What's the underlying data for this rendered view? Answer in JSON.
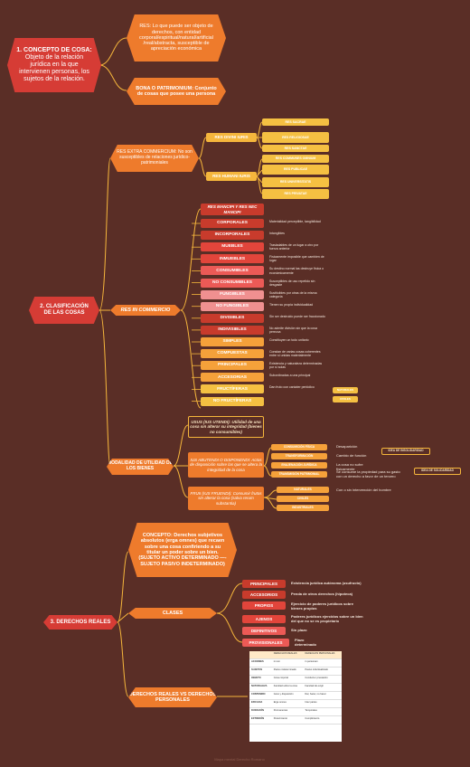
{
  "concepto": {
    "title": "1. CONCEPTO DE COSA:",
    "body": "Objeto de la relación jurídica en la que intervienen personas, los sujetos de la relación.",
    "res": "RES: Lo que puede ser objeto de derechos, con entidad corporal/espiritual/natural/artificial /real/abstracta, susceptible de apreciación económica",
    "bona": "BONA O PATRIMONIUM: Conjunto de cosas que posee una persona"
  },
  "clasificacion": {
    "title": "2. CLASIFICACIÓN DE LAS COSAS",
    "extra": "RES EXTRA COMMERCIUM: No son susceptibles de relaciones jurídico-patrimoniales",
    "divini": "RES DIVINI IURIS",
    "humani": "RES HUMANI IURIS",
    "divini_items": [
      "RES SACRAE",
      "RES RELIGIOSAE",
      "RES SANCTAE"
    ],
    "humani_items": [
      "RES COMMUNES OMNIUM",
      "RES PUBLICAE",
      "RES UNIVERSITATIS",
      "RES PRIVATAE"
    ],
    "in_commercio": "RES IN COMMERCIO",
    "mancipi": "RES MANCIPI Y RES NEC MANCIPI",
    "items": [
      {
        "label": "CORPORALES",
        "desc": "Materialidad perceptible, tangibilidad"
      },
      {
        "label": "INCORPORALES",
        "desc": "Intangibles"
      },
      {
        "label": "MUEBLES",
        "desc": "Trasladables de un lugar a otro por fuerza anterior"
      },
      {
        "label": "INMUEBLES",
        "desc": "Físicamente imposible que cambien de lugar"
      },
      {
        "label": "CONSUMIBLES",
        "desc": "Su destino normal las destruye física o económicamente"
      },
      {
        "label": "NO CONSUMIBLES",
        "desc": "Susceptibles de uso repetido sin desgaste"
      },
      {
        "label": "FUNGIBLES",
        "desc": "Sustituibles por otras de la misma categoría"
      },
      {
        "label": "NO FUNGIBLES",
        "desc": "Tienen su propia individualidad"
      },
      {
        "label": "DIVISIBLES",
        "desc": "Sin ser destruido puede ser fraccionado"
      },
      {
        "label": "INDIVISIBLES",
        "desc": "No admite división sin que la cosa perezca"
      },
      {
        "label": "SIMPLES",
        "desc": "Constituyen un todo unitario"
      },
      {
        "label": "COMPUESTAS",
        "desc": "Constan de varias cosas coherentes entre sí unidas materialmente"
      },
      {
        "label": "PRINCIPALES",
        "desc": "Existencia y naturaleza determinadas por sí solas"
      },
      {
        "label": "ACCESORIAS",
        "desc": "Subordinadas a una principal"
      },
      {
        "label": "FRUCTÍFERAS",
        "desc": "Dan fruto con carácter periódico"
      },
      {
        "label": "NO FRUCTÍFERAS",
        "desc": ""
      }
    ],
    "fructiferas_sub": [
      "NATURALES",
      "CIVILES"
    ]
  },
  "modalidad": {
    "title": "MODALIDAD DE UTILIDAD DE LOS BIENES",
    "usus": "USUS (IUS UTENDI): Utilidad de una cosa sin alterar su integridad (bienes no consumibles)",
    "abutendi": "IUS ABUTENDI O DISPONENDI: Actos de disposición sobre las que se altera la integridad de la cosa",
    "fruii": "FRUII (IUS FRUENDI): Consumir frutos sin alterar la cosa (salva rerum substantia)",
    "abutendi_items": [
      {
        "label": "CONSUMICIÓN FÍSICA",
        "desc": "Desaparición"
      },
      {
        "label": "TRANSFORMACIÓN",
        "desc": "Cambio de función"
      },
      {
        "label": "ENAJENACIÓN JURÍDICA",
        "desc": "La cosa no sufre físicamente"
      },
      {
        "label": "TRANSMISIÓN PATRIMONIAL",
        "desc": "Se consume la propiedad para su gasto con un derecho a favor de un tercero"
      }
    ],
    "idea_insolidaridad": "IDEA DE INSOLIDARIDAD",
    "idea_solidaridad": "IDEA DE SOLIDARIDAD",
    "fruii_items": [
      "NATURALES",
      "CIVILES",
      "INDUSTRIALES"
    ],
    "fruii_desc": "Con o sin intervención del hombre"
  },
  "derechos": {
    "title": "3. DERECHOS REALES",
    "concepto": "CONCEPTO: Derechos subjetivos absolutos (erga omnes) que recaen sobre una cosa confiriendo a su titular un poder sobre un bien. (SUJETO ACTIVO DETERMINADO —- SUJETO PASIVO INDETERMINADO)",
    "clases": "CLASES",
    "clases_items": [
      {
        "label": "PRINCIPALES",
        "desc": "Existencia jurídica autónoma (usufructo)"
      },
      {
        "label": "ACCESORIOS",
        "desc": "Penda de otros derechos (hipoteca)"
      },
      {
        "label": "PROPIOS",
        "desc": "Ejercicio de poderes jurídicos sobre bienes propios"
      },
      {
        "label": "AJENOS",
        "desc": "Poderes jurídicos ejercidos sobre un bien del que no se es propietario"
      },
      {
        "label": "DEFINITIVOS",
        "desc": "Sin plazo"
      },
      {
        "label": "PROVISIONALES",
        "desc": "Plazo determinado"
      }
    ],
    "vs": "DERECHOS REALES VS DERECHOS PERSONALES"
  },
  "tabla": {
    "headers": [
      "",
      "DERECHOS REALES",
      "DERECHOS PERSONALES"
    ],
    "rows": [
      [
        "ACCIONES",
        "in rem",
        "in personam"
      ],
      [
        "SUJETOS",
        "Pasivo indeterminado",
        "Pasivo individualizado"
      ],
      [
        "OBJETO",
        "Cosa corporal",
        "Conducta / prestación"
      ],
      [
        "NATURALEZA",
        "Facultad sobre la cosa",
        "Facultad de exigir"
      ],
      [
        "CONTENIDO",
        "Goce y disposición",
        "Dar, hacer, no hacer"
      ],
      [
        "EFICACIA",
        "Erga omnes",
        "Inter partes"
      ],
      [
        "DURACIÓN",
        "Permanentes",
        "Temporales"
      ],
      [
        "EXTINCIÓN",
        "Perecimiento",
        "Cumplimiento"
      ]
    ]
  },
  "footer": "Mapa mental Derecho Romano"
}
